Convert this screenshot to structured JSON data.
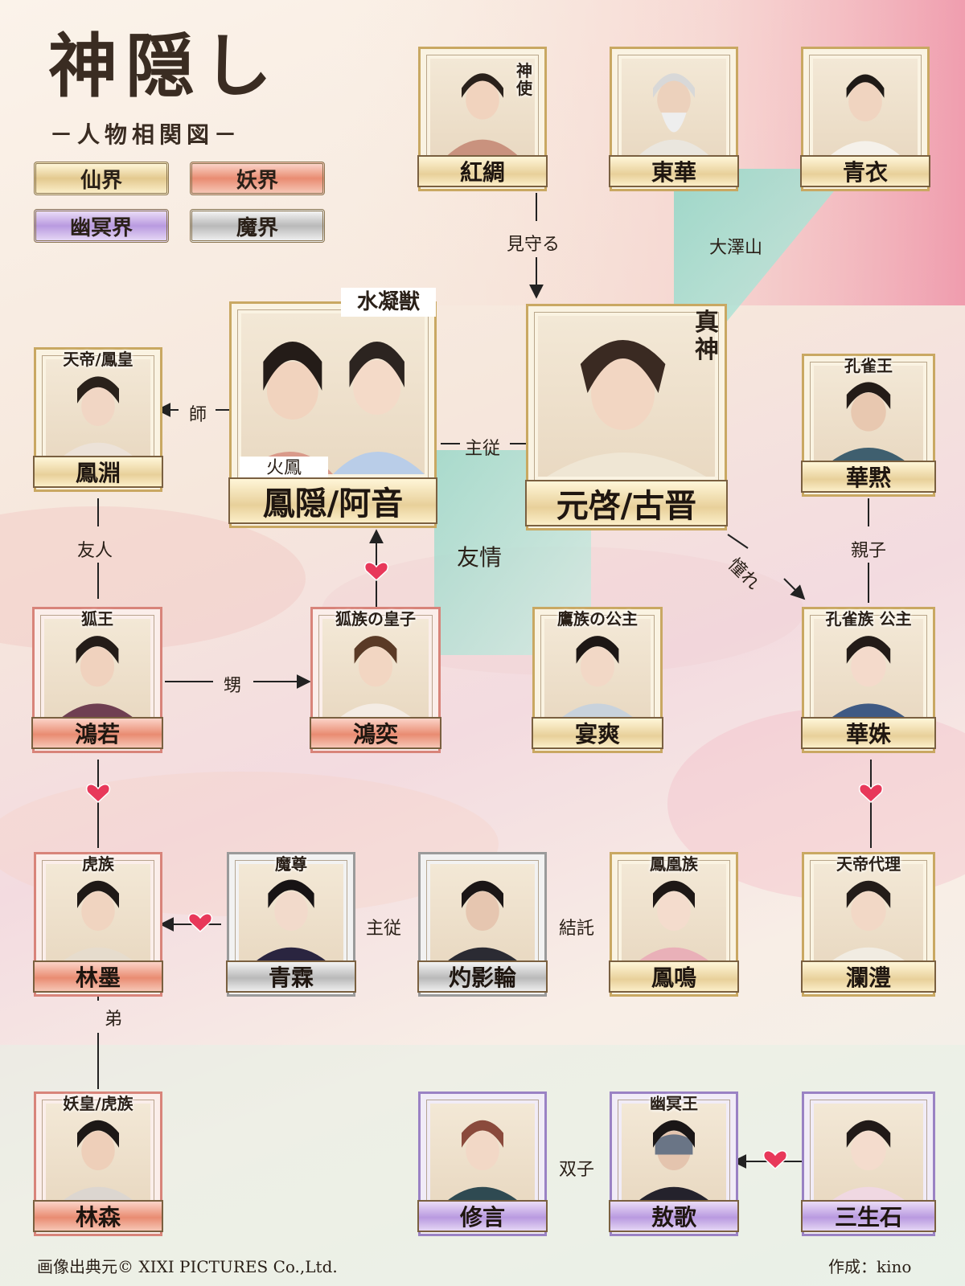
{
  "title": "神隠し",
  "subtitle": "－人物相関図－",
  "legend": {
    "sennkai": "仙界",
    "youkai": "妖界",
    "yuumei": "幽冥界",
    "makai": "魔界"
  },
  "colors": {
    "gold": "#c9a862",
    "red": "#d8847a",
    "purple": "#9a82c4",
    "silver": "#9a9a9a",
    "teal": "#9fd8c8"
  },
  "characters": {
    "koushuu": {
      "name": "紅綢",
      "role": "神使"
    },
    "touka": {
      "name": "東華",
      "role": ""
    },
    "seii": {
      "name": "青衣",
      "role": ""
    },
    "houin": {
      "name": "鳳隠/阿音",
      "tag_top": "水凝獣",
      "tag_bottom": "火鳳"
    },
    "genkei": {
      "name": "元啓/古晋",
      "tag": "真神"
    },
    "houen": {
      "name": "鳳淵",
      "role": "天帝/鳳皇"
    },
    "kamoku": {
      "name": "華黙",
      "role": "孔雀王"
    },
    "koujaku": {
      "name": "鴻若",
      "role": "狐王"
    },
    "koueki": {
      "name": "鴻奕",
      "role": "狐族の皇子"
    },
    "ensou": {
      "name": "宴爽",
      "role": "鷹族の公主"
    },
    "kashu": {
      "name": "華姝",
      "role": "孔雀族 公主"
    },
    "rinboku": {
      "name": "林墨",
      "role": "虎族"
    },
    "seirin": {
      "name": "青霖",
      "role": "魔尊"
    },
    "shakueirin": {
      "name": "灼影輪",
      "role": ""
    },
    "houmei": {
      "name": "鳳鳴",
      "role": "鳳凰族"
    },
    "rampou": {
      "name": "瀾澧",
      "role": "天帝代理"
    },
    "rinshin": {
      "name": "林森",
      "role": "妖皇/虎族"
    },
    "shuugen": {
      "name": "修言",
      "role": ""
    },
    "gouka": {
      "name": "敖歌",
      "role": "幽冥王"
    },
    "sanseiseki": {
      "name": "三生石",
      "role": ""
    }
  },
  "relations": {
    "mimamoru": "見守る",
    "daitakuzan": "大澤山",
    "shi": "師",
    "shujuu1": "主従",
    "yuujin": "友人",
    "yuujou": "友情",
    "akogare": "憧れ",
    "oyako": "親子",
    "oi": "甥",
    "shujuu2": "主従",
    "kettaku": "結託",
    "otouto": "弟",
    "futago": "双子"
  },
  "footer": {
    "source": "画像出典元© XIXI PICTURES Co.,Ltd.",
    "author": "作成：kino"
  }
}
